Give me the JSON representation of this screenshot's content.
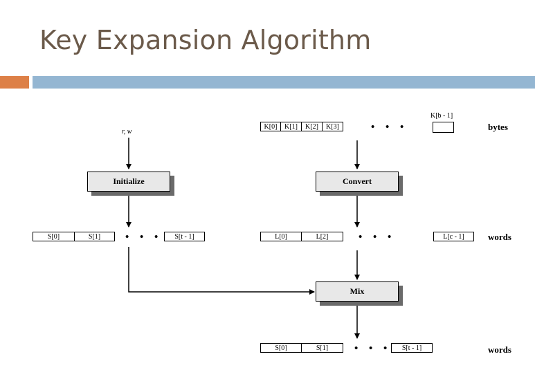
{
  "slide": {
    "title": "Key Expansion Algorithm"
  },
  "diagram": {
    "input_params": "r, w",
    "processes": {
      "initialize": "Initialize",
      "convert": "Convert",
      "mix": "Mix"
    },
    "key_bytes": {
      "cells": [
        "K[0]",
        "K[1]",
        "K[2]",
        "K[3]"
      ],
      "last": "K[b - 1]",
      "dots": "• • •",
      "unit": "bytes"
    },
    "s_array": {
      "cells": [
        "S[0]",
        "S[1]"
      ],
      "last": "S[t - 1]",
      "dots": "• • •"
    },
    "l_array": {
      "cells": [
        "L[0]",
        "L[2]"
      ],
      "last": "L[c - 1]",
      "dots": "• • •",
      "unit": "words"
    },
    "s_output": {
      "cells": [
        "S[0]",
        "S[1]"
      ],
      "last": "S[t - 1]",
      "dots": "• • •",
      "unit": "words"
    }
  }
}
